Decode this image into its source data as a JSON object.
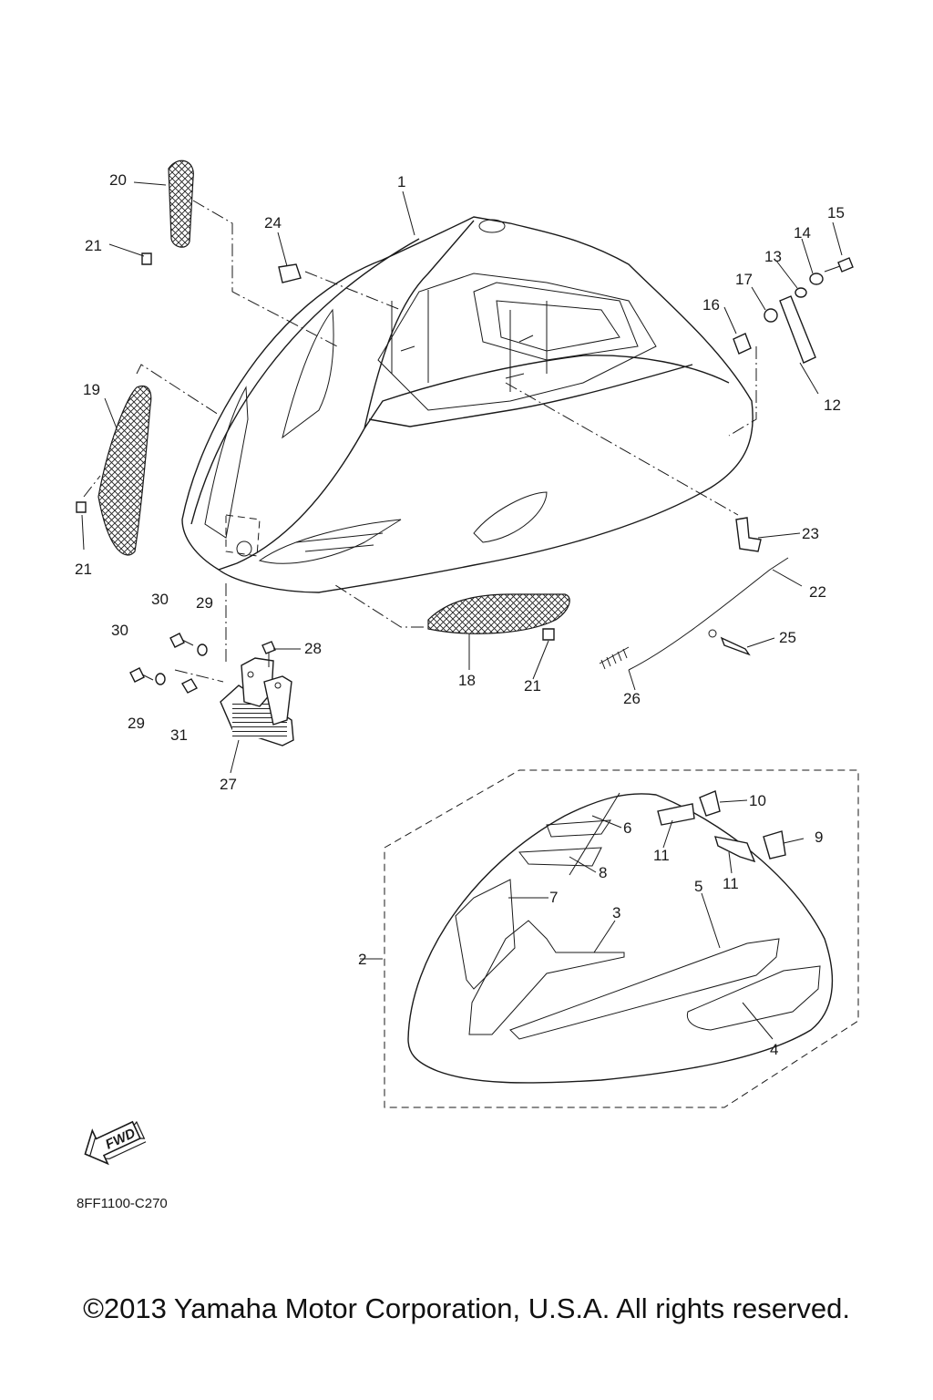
{
  "diagram": {
    "drawing_code": "8FF1100-C270",
    "direction_label": "FWD",
    "callouts": [
      "1",
      "2",
      "3",
      "4",
      "5",
      "6",
      "7",
      "8",
      "9",
      "10",
      "11",
      "11",
      "12",
      "13",
      "14",
      "15",
      "16",
      "17",
      "18",
      "19",
      "20",
      "21",
      "21",
      "21",
      "22",
      "23",
      "24",
      "25",
      "26",
      "27",
      "28",
      "29",
      "29",
      "30",
      "30",
      "31"
    ]
  },
  "footer": {
    "copyright": "©2013 Yamaha Motor Corporation, U.S.A. All rights reserved."
  }
}
